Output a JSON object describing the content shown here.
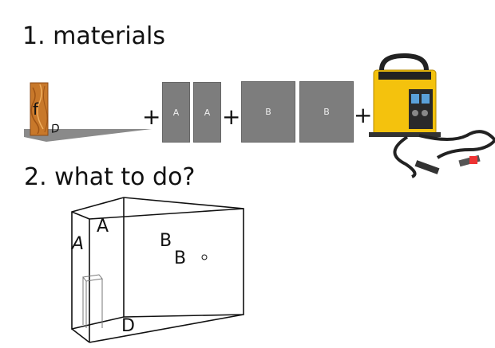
{
  "section1": {
    "heading": "1. materials"
  },
  "section2": {
    "heading": "2. what to do?"
  },
  "materials": {
    "wood_label": "f",
    "base_label": "D",
    "plate_a1": "A",
    "plate_a2": "A",
    "plate_b1": "B",
    "plate_b2": "B",
    "plus": "+"
  },
  "diagram": {
    "label_a_left": "A",
    "label_a_top": "A",
    "label_b_top": "B",
    "label_b_lower": "B",
    "label_d": "D"
  },
  "icons": [
    "welding-machine-icon",
    "wood-plank-icon"
  ]
}
